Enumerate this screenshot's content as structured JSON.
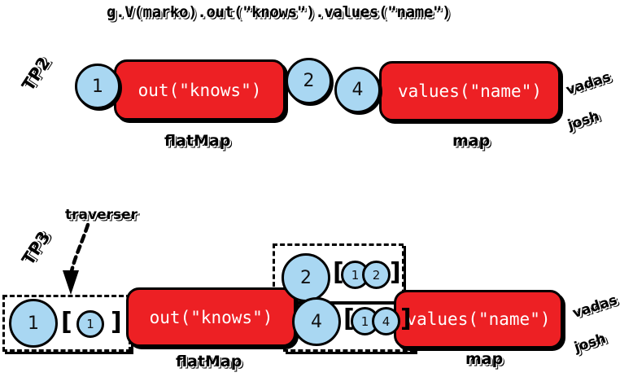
{
  "title": "g.V(marko).out(\"knows\").values(\"name\")",
  "colors": {
    "step_fill": "#ED2024",
    "traverser_fill": "#A9D7F2",
    "stroke": "#000000",
    "step_text": "#FFFFFF",
    "background": "#FFFFFF"
  },
  "rows": [
    {
      "name": "tp2",
      "row_label": "TP2",
      "steps": [
        {
          "code": "out(\"knows\")",
          "kind_label": "flatMap"
        },
        {
          "code": "values(\"name\")",
          "kind_label": "map"
        }
      ],
      "objects": [
        "1",
        "2",
        "4"
      ],
      "results": [
        "vadas",
        "josh"
      ]
    },
    {
      "name": "tp3",
      "row_label": "TP3",
      "annotation": "traverser",
      "steps": [
        {
          "code": "out(\"knows\")",
          "kind_label": "flatMap"
        },
        {
          "code": "values(\"name\")",
          "kind_label": "map"
        }
      ],
      "traversers": [
        {
          "object": "1",
          "open_bracket": "[",
          "path": [
            "1"
          ],
          "close_bracket": "]"
        },
        {
          "object": "2",
          "open_bracket": "[",
          "path": [
            "1",
            "2"
          ],
          "close_bracket": "]"
        },
        {
          "object": "4",
          "open_bracket": "[",
          "path": [
            "1",
            "4"
          ],
          "close_bracket": "]"
        }
      ],
      "results": [
        "vadas",
        "josh"
      ]
    }
  ]
}
